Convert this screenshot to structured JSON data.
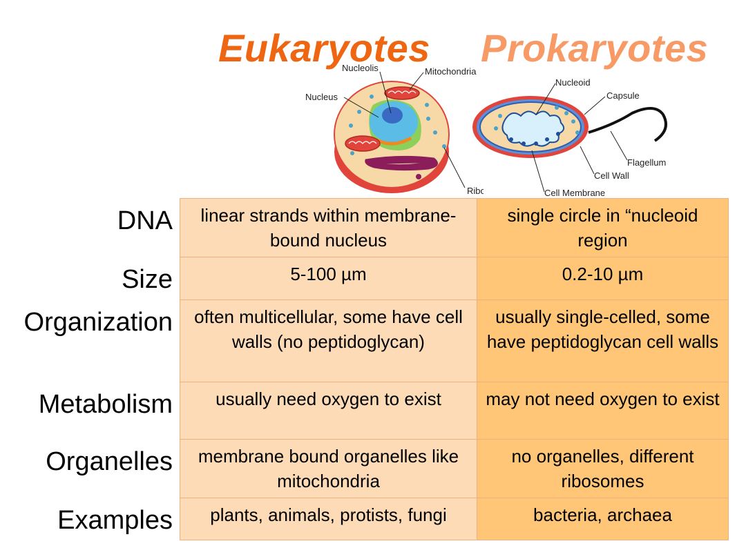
{
  "titles": {
    "eukaryotes": "Eukaryotes",
    "prokaryotes": "Prokaryotes"
  },
  "colors": {
    "eukaryotes_title": "#ee6611",
    "prokaryotes_title": "#f79a66",
    "eukaryote_cell": "#fcdbb6",
    "prokaryote_cell": "#ffc677",
    "cell_border": "#f0b07d"
  },
  "diagram": {
    "eukaryote_labels": {
      "nucleolis": "Nucleolis",
      "mitochondria": "Mitochondria",
      "nucleus": "Nucleus",
      "ribosomes": "Ribosomes"
    },
    "prokaryote_labels": {
      "nucleoid": "Nucleoid",
      "capsule": "Capsule",
      "flagellum": "Flagellum",
      "cell_wall": "Cell Wall",
      "cell_membrane": "Cell Membrane"
    }
  },
  "table": {
    "rows": [
      {
        "label": "DNA",
        "eukaryotes": "linear strands within membrane-bound nucleus",
        "prokaryotes": "single circle in “nucleoid region"
      },
      {
        "label": "Size",
        "eukaryotes": "5-100 µm",
        "prokaryotes": "0.2-10 µm"
      },
      {
        "label": "Organization",
        "eukaryotes": "often multicellular, some have cell walls (no peptidoglycan)",
        "prokaryotes": "usually single-celled, some have peptidoglycan cell walls"
      },
      {
        "label": "Metabolism",
        "eukaryotes": "usually need oxygen to exist",
        "prokaryotes": "may not need oxygen to exist"
      },
      {
        "label": "Organelles",
        "eukaryotes": "membrane bound organelles like mitochondria",
        "prokaryotes": "no organelles, different ribosomes"
      },
      {
        "label": "Examples",
        "eukaryotes": "plants, animals, protists, fungi",
        "prokaryotes": "bacteria, archaea"
      }
    ]
  }
}
